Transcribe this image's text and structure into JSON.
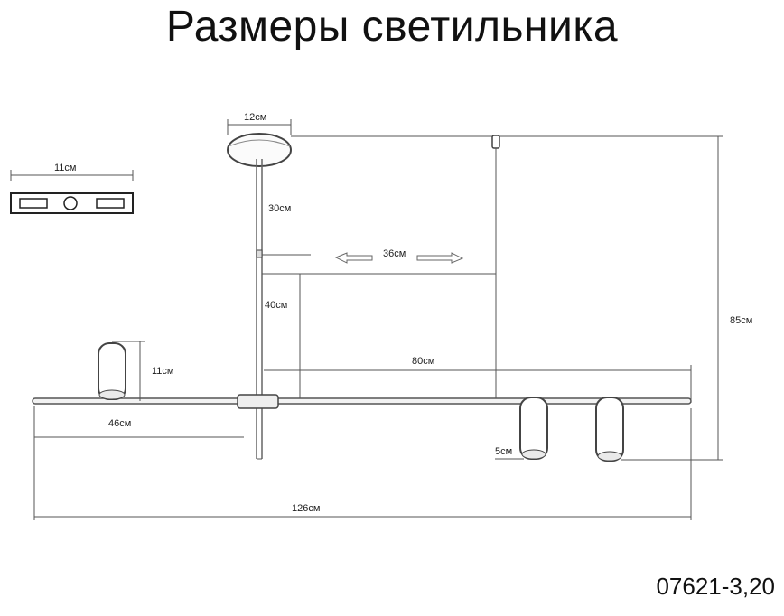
{
  "title": "Размеры светильника",
  "model_code": "07621-3,20",
  "dimensions": {
    "canopy_diameter": "12см",
    "mount_plate_width": "11см",
    "rod_upper": "30см",
    "rod_lower": "40см",
    "arm_offset": "36см",
    "total_height": "85см",
    "bar_right": "80см",
    "shade_height": "11см",
    "bar_left": "46см",
    "shade_diameter": "5см",
    "total_length": "126см"
  },
  "colors": {
    "line": "#555555",
    "text": "#111111"
  }
}
